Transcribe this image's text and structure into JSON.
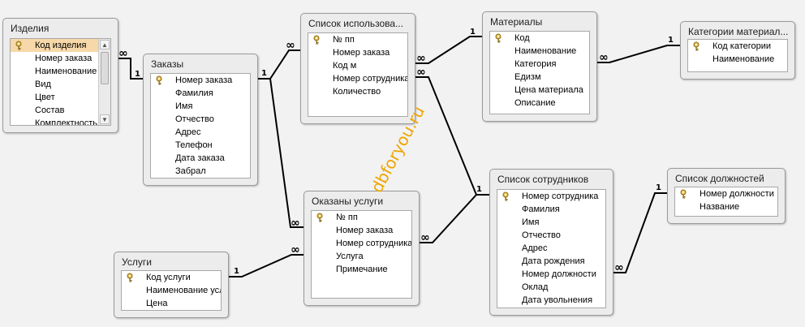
{
  "watermark": "dbforyou.ru",
  "colors": {
    "background": "#f2f2f2",
    "selected_field": "#f7d8a8",
    "watermark": "#f0a500"
  },
  "tables": {
    "izdeliya": {
      "title": "Изделия",
      "fields": [
        {
          "name": "Код изделия",
          "primary_key": true,
          "selected": true
        },
        {
          "name": "Номер заказа"
        },
        {
          "name": "Наименование"
        },
        {
          "name": "Вид"
        },
        {
          "name": "Цвет"
        },
        {
          "name": "Состав"
        },
        {
          "name": "Комплектность"
        }
      ]
    },
    "zakazy": {
      "title": "Заказы",
      "fields": [
        {
          "name": "Номер заказа",
          "primary_key": true
        },
        {
          "name": "Фамилия"
        },
        {
          "name": "Имя"
        },
        {
          "name": "Отчество"
        },
        {
          "name": "Адрес"
        },
        {
          "name": "Телефон"
        },
        {
          "name": "Дата заказа"
        },
        {
          "name": "Забрал"
        }
      ]
    },
    "spisok_ispolz": {
      "title": "Список использова...",
      "fields": [
        {
          "name": "№ пп",
          "primary_key": true
        },
        {
          "name": "Номер заказа"
        },
        {
          "name": "Код м"
        },
        {
          "name": "Номер сотрудника"
        },
        {
          "name": "Количество"
        }
      ]
    },
    "materialy": {
      "title": "Материалы",
      "fields": [
        {
          "name": "Код",
          "primary_key": true
        },
        {
          "name": "Наименование"
        },
        {
          "name": "Категория"
        },
        {
          "name": "Едизм"
        },
        {
          "name": "Цена материала"
        },
        {
          "name": "Описание"
        }
      ]
    },
    "kategorii": {
      "title": "Категории материал...",
      "fields": [
        {
          "name": "Код категории",
          "primary_key": true
        },
        {
          "name": "Наименование"
        }
      ]
    },
    "okazany": {
      "title": "Оказаны услуги",
      "fields": [
        {
          "name": "№ пп",
          "primary_key": true
        },
        {
          "name": "Номер заказа"
        },
        {
          "name": "Номер сотрудника"
        },
        {
          "name": "Услуга"
        },
        {
          "name": "Примечание"
        }
      ]
    },
    "uslugi": {
      "title": "Услуги",
      "fields": [
        {
          "name": "Код услуги",
          "primary_key": true
        },
        {
          "name": "Наименование услуги"
        },
        {
          "name": "Цена"
        }
      ]
    },
    "sotrudniki": {
      "title": "Список сотрудников",
      "fields": [
        {
          "name": "Номер сотрудника",
          "primary_key": true
        },
        {
          "name": "Фамилия"
        },
        {
          "name": "Имя"
        },
        {
          "name": "Отчество"
        },
        {
          "name": "Адрес"
        },
        {
          "name": "Дата рождения"
        },
        {
          "name": "Номер должности"
        },
        {
          "name": "Оклад"
        },
        {
          "name": "Дата увольнения"
        }
      ]
    },
    "dolzhnosti": {
      "title": "Список должностей",
      "fields": [
        {
          "name": "Номер должности",
          "primary_key": true
        },
        {
          "name": "Название"
        }
      ]
    }
  },
  "relationships": [
    {
      "from": "zakazy",
      "to": "izdeliya",
      "one": "1",
      "many": "∞"
    },
    {
      "from": "zakazy",
      "to": "spisok_ispolz",
      "one": "1",
      "many": "∞"
    },
    {
      "from": "zakazy",
      "to": "okazany",
      "one": "1",
      "many": "∞"
    },
    {
      "from": "materialy",
      "to": "spisok_ispolz",
      "one": "1",
      "many": "∞"
    },
    {
      "from": "kategorii",
      "to": "materialy",
      "one": "1",
      "many": "∞"
    },
    {
      "from": "sotrudniki",
      "to": "spisok_ispolz",
      "one": "1",
      "many": "∞"
    },
    {
      "from": "sotrudniki",
      "to": "okazany",
      "one": "1",
      "many": "∞"
    },
    {
      "from": "uslugi",
      "to": "okazany",
      "one": "1",
      "many": "∞"
    },
    {
      "from": "dolzhnosti",
      "to": "sotrudniki",
      "one": "1",
      "many": "∞"
    }
  ]
}
